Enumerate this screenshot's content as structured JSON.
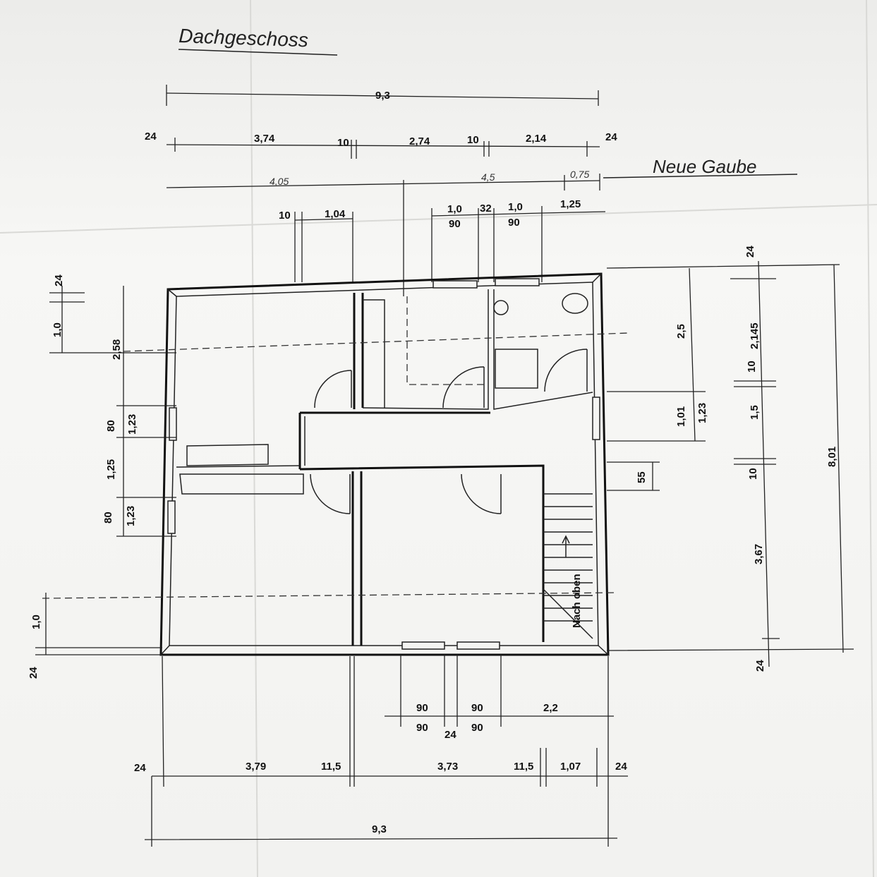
{
  "title": "Dachgeschoss",
  "annotation": "Neue Gaube",
  "stair_label": "Nach oben",
  "dims": {
    "top_total": "9,3",
    "top_row1": [
      "24",
      "3,74",
      "10",
      "2,74",
      "10",
      "2,14",
      "24"
    ],
    "top_row2": [
      "4,05",
      "4,5",
      "0,75"
    ],
    "top_row3": [
      "10",
      "1,04",
      "1,0",
      "90",
      "32",
      "1,0",
      "90",
      "1,25"
    ],
    "left": [
      "24",
      "1,0",
      "2,58",
      "80",
      "1,23",
      "1,25",
      "80",
      "1,23",
      "1,0",
      "24"
    ],
    "right_inner": [
      "2,5",
      "1,01",
      "1,23",
      "55"
    ],
    "right_outer": [
      "24",
      "2,145",
      "10",
      "1,5",
      "10",
      "3,67",
      "24",
      "8,01"
    ],
    "bottom_row1": [
      "90",
      "90",
      "2,2",
      "90",
      "24",
      "90"
    ],
    "bottom_row2": [
      "24",
      "3,79",
      "11,5",
      "3,73",
      "11,5",
      "1,07",
      "24"
    ],
    "bottom_total": "9,3"
  }
}
